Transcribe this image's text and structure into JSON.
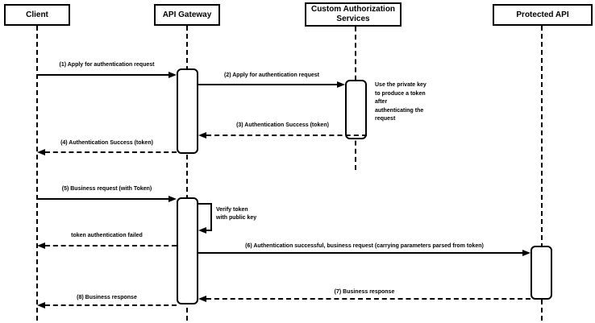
{
  "diagram": {
    "type": "sequence-diagram",
    "colors": {
      "stroke": "#000000",
      "background": "#ffffff"
    },
    "participants": {
      "client": "Client",
      "gateway": "API Gateway",
      "auth": "Custom Authorization Services",
      "api": "Protected API"
    },
    "messages": {
      "m1": "(1) Apply for authentication request",
      "m2": "(2) Apply for authentication request",
      "m3": "(3) Authentication Success (token)",
      "m4": "(4) Authentication Success (token)",
      "m5": "(5) Business request (with Token)",
      "self": "Verify token\nwith public key",
      "fail": "token authentication failed",
      "m6": "(6) Authentication successful, business request (carrying parameters parsed from token)",
      "m7": "(7) Business response",
      "m8": "(8) Business response"
    },
    "note": "Use the private key to produce a token after authenticating the request"
  }
}
